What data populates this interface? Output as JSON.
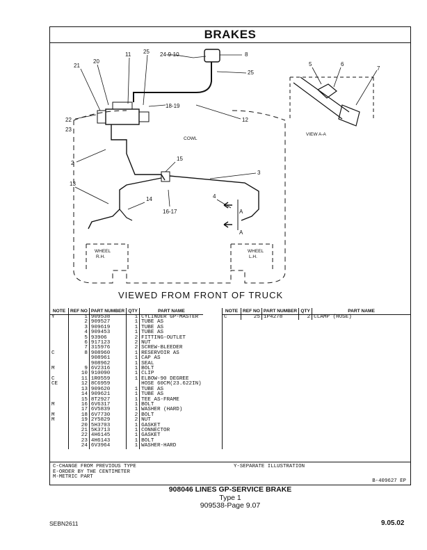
{
  "title": "BRAKES",
  "diagram": {
    "callouts": [
      "21",
      "20",
      "11",
      "25",
      "24-9-10",
      "8",
      "25",
      "18-19",
      "12",
      "22",
      "23",
      "2",
      "15",
      "3",
      "13",
      "14",
      "16-17",
      "4",
      "5",
      "6",
      "7"
    ],
    "cowl_label": "COWL",
    "view_label": "VIEW A-A",
    "section_marker": "A",
    "wheel_rh": [
      "WHEEL",
      "R.H."
    ],
    "wheel_lh": [
      "WHEEL",
      "L.H."
    ],
    "viewed_caption": "VIEWED FROM FRONT OF TRUCK"
  },
  "table": {
    "headers": {
      "note": "NOTE",
      "ref": "REF NO",
      "part": "PART NUMBER",
      "qty": "QTY",
      "name": "PART NAME"
    },
    "left_rows": [
      {
        "note": "Y",
        "ref": "1",
        "pn": "909538",
        "qty": "1",
        "name": "CYLINDER GP-MASTER"
      },
      {
        "note": "",
        "ref": "2",
        "pn": "909527",
        "qty": "1",
        "name": "TUBE AS"
      },
      {
        "note": "",
        "ref": "3",
        "pn": "909619",
        "qty": "1",
        "name": "TUBE AS"
      },
      {
        "note": "",
        "ref": "4",
        "pn": "909453",
        "qty": "1",
        "name": "TUBE AS"
      },
      {
        "note": "",
        "ref": "5",
        "pn": "93906",
        "qty": "2",
        "name": "FITTING-OUTLET"
      },
      {
        "note": "",
        "ref": "6",
        "pn": "917123",
        "qty": "2",
        "name": "NUT"
      },
      {
        "note": "",
        "ref": "7",
        "pn": "315976",
        "qty": "2",
        "name": "SCREW-BLEEDER"
      },
      {
        "note": "C",
        "ref": "8",
        "pn": "908960",
        "qty": "1",
        "name": "RESERVOIR AS"
      },
      {
        "note": "",
        "ref": "",
        "pn": "908961",
        "qty": "1",
        "name": "  CAP AS"
      },
      {
        "note": "",
        "ref": "",
        "pn": "908962",
        "qty": "1",
        "name": "  SEAL"
      },
      {
        "note": "M",
        "ref": "9",
        "pn": "6V2316",
        "qty": "1",
        "name": "BOLT"
      },
      {
        "note": "",
        "ref": "10",
        "pn": "910090",
        "qty": "1",
        "name": "CLIP"
      },
      {
        "note": "C",
        "ref": "11",
        "pn": "1R0559",
        "qty": "1",
        "name": "ELBOW-90 DEGREE"
      },
      {
        "note": "CE",
        "ref": "12",
        "pn": "8C6959",
        "qty": "",
        "name": "HOSE 60CM(23.622IN)"
      },
      {
        "note": "",
        "ref": "13",
        "pn": "909620",
        "qty": "1",
        "name": "TUBE AS"
      },
      {
        "note": "",
        "ref": "14",
        "pn": "909621",
        "qty": "1",
        "name": "TUBE AS"
      },
      {
        "note": "",
        "ref": "15",
        "pn": "8T2927",
        "qty": "1",
        "name": "TEE AS-FRAME"
      },
      {
        "note": "M",
        "ref": "16",
        "pn": "6V6317",
        "qty": "1",
        "name": "BOLT"
      },
      {
        "note": "",
        "ref": "17",
        "pn": "6V5839",
        "qty": "1",
        "name": "WASHER (HARD)"
      },
      {
        "note": "M",
        "ref": "18",
        "pn": "6V7730",
        "qty": "2",
        "name": "BOLT"
      },
      {
        "note": "M",
        "ref": "19",
        "pn": "2Y5829",
        "qty": "2",
        "name": "NUT"
      },
      {
        "note": "",
        "ref": "20",
        "pn": "5H3703",
        "qty": "1",
        "name": "GASKET"
      },
      {
        "note": "",
        "ref": "21",
        "pn": "5K3713",
        "qty": "1",
        "name": "CONNECTOR"
      },
      {
        "note": "",
        "ref": "22",
        "pn": "4H6145",
        "qty": "1",
        "name": "GASKET"
      },
      {
        "note": "",
        "ref": "23",
        "pn": "4H6143",
        "qty": "1",
        "name": "BOLT"
      },
      {
        "note": "",
        "ref": "24",
        "pn": "6V3964",
        "qty": "1",
        "name": "WASHER-HARD"
      }
    ],
    "right_rows": [
      {
        "note": "C",
        "ref": "25",
        "pn": "1P4278",
        "qty": "2",
        "name": "CLAMP (HOSE)"
      }
    ]
  },
  "footnotes": {
    "lines": [
      "C-CHANGE FROM PREVIOUS TYPE",
      "E-ORDER BY THE CENTIMETER",
      "M-METRIC PART"
    ],
    "separate": "Y-SEPARATE ILLUSTRATION",
    "code": "B-409627 EP"
  },
  "caption": {
    "line1": "908046 LINES GP-SERVICE BRAKE",
    "line2": "Type 1",
    "line3": "909538-Page 9.07"
  },
  "page": {
    "left": "SEBN2611",
    "right": "9.05.02"
  }
}
